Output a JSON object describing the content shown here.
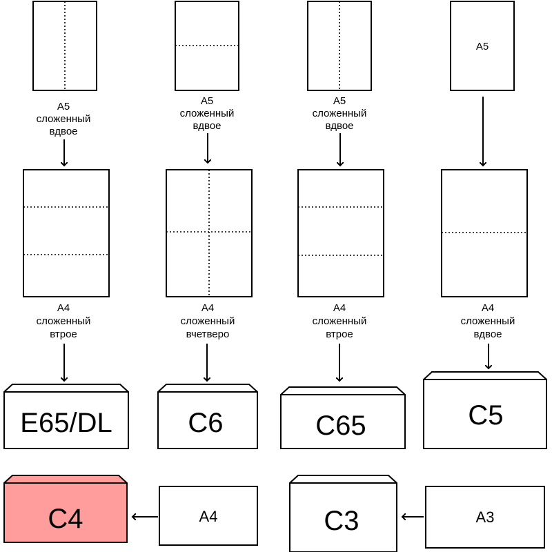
{
  "columns": [
    {
      "sheet_label": "",
      "sheet_caption": [
        "A5",
        "сложенный",
        "вдвое"
      ],
      "folded_caption": [
        "A4",
        "сложенный",
        "втрое"
      ],
      "envelope": "E65/DL"
    },
    {
      "sheet_label": "",
      "sheet_caption": [
        "A5",
        "сложенный",
        "вдвое"
      ],
      "folded_caption": [
        "A4",
        "сложенный",
        "вчетверо"
      ],
      "envelope": "C6"
    },
    {
      "sheet_label": "",
      "sheet_caption": [
        "A5",
        "сложенный",
        "вдвое"
      ],
      "folded_caption": [
        "A4",
        "сложенный",
        "втрое"
      ],
      "envelope": "C65"
    },
    {
      "sheet_label": "A5",
      "sheet_caption": [],
      "folded_caption": [
        "A4",
        "сложенный",
        "вдвое"
      ],
      "envelope": "C5"
    }
  ],
  "bottom": {
    "left": {
      "envelope": "C4",
      "sheet": "A4",
      "envelope_color": "#ff9c9c"
    },
    "right": {
      "envelope": "C3",
      "sheet": "A3"
    }
  }
}
